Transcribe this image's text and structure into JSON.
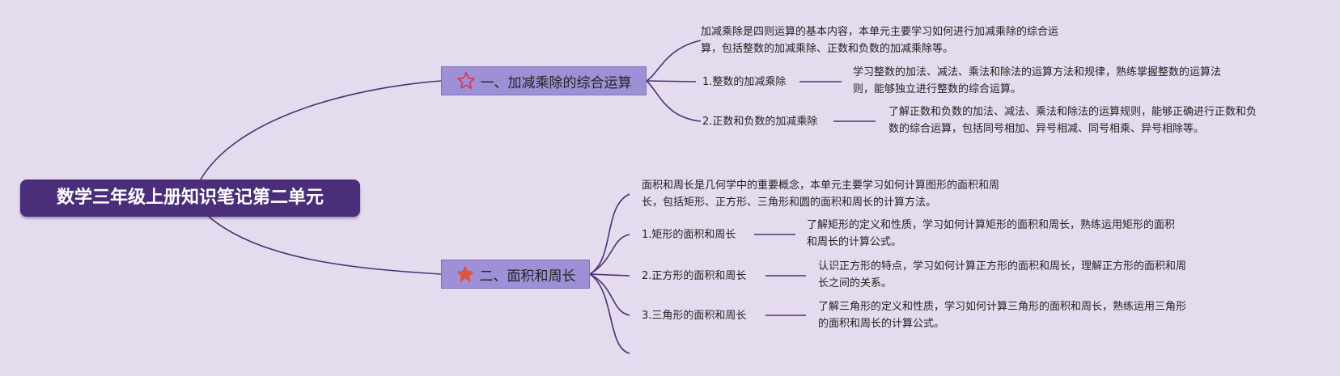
{
  "root": {
    "title": "数学三年级上册知识笔记第二单元"
  },
  "branches": [
    {
      "title": "一、加减乘除的综合运算",
      "icon": "star-outline-icon",
      "intro": [
        "加减乘除是四则运算的基本内容，本单元主要学习如何进行加减乘除的综合运",
        "算，包括整数的加减乘除、正数和负数的加减乘除等。"
      ],
      "topics": [
        {
          "label": "1.整数的加减乘除",
          "detail": [
            "学习整数的加法、减法、乘法和除法的运算方法和规律，熟练掌握整数的运算法",
            "则，能够独立进行整数的综合运算。"
          ]
        },
        {
          "label": "2.正数和负数的加减乘除",
          "detail": [
            "了解正数和负数的加法、减法、乘法和除法的运算规则，能够正确进行正数和负",
            "数的综合运算，包括同号相加、异号相减、同号相乘、异号相除等。"
          ]
        }
      ]
    },
    {
      "title": "二、面积和周长",
      "icon": "star-filled-icon",
      "intro": [
        "面积和周长是几何学中的重要概念，本单元主要学习如何计算图形的面积和周",
        "长，包括矩形、正方形、三角形和圆的面积和周长的计算方法。"
      ],
      "topics": [
        {
          "label": "1.矩形的面积和周长",
          "detail": [
            "了解矩形的定义和性质，学习如何计算矩形的面积和周长，熟练运用矩形的面积",
            "和周长的计算公式。"
          ]
        },
        {
          "label": "2.正方形的面积和周长",
          "detail": [
            "认识正方形的特点，学习如何计算正方形的面积和周长，理解正方形的面积和周",
            "长之间的关系。"
          ]
        },
        {
          "label": "3.三角形的面积和周长",
          "detail": [
            "了解三角形的定义和性质，学习如何计算三角形的面积和周长，熟练运用三角形",
            "的面积和周长的计算公式。"
          ]
        }
      ]
    }
  ],
  "colors": {
    "root": "#4b2e79",
    "branch": "#9e90d6",
    "line": "#4b2e79",
    "background": "#e4dcee",
    "star_outline": "#e0304a",
    "star_filled": "#e0543a"
  }
}
